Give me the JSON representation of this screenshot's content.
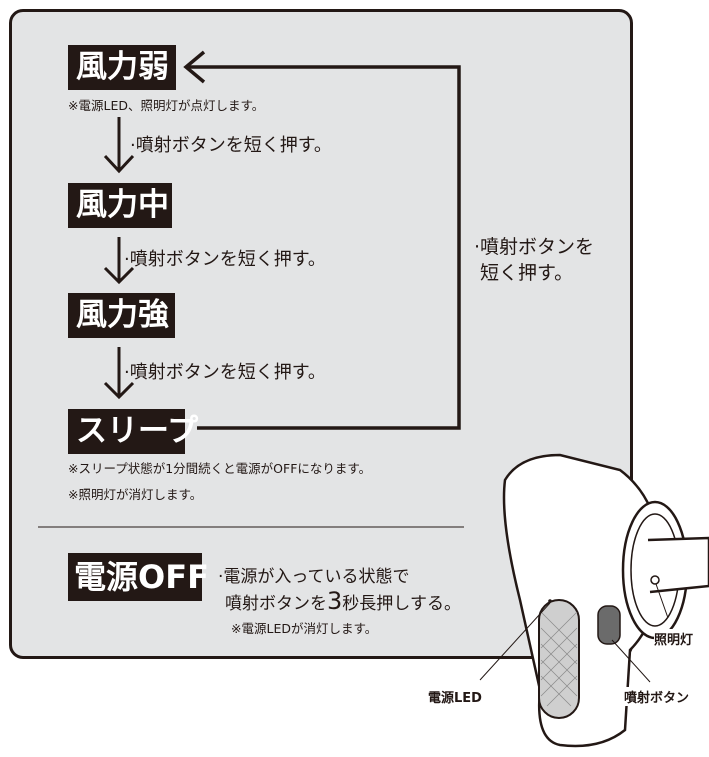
{
  "modes": {
    "weak": "風力弱",
    "medium": "風力中",
    "strong": "風力強",
    "sleep": "スリープ",
    "power_off": "電源OFF"
  },
  "notes": {
    "weak": "※電源LED、照明灯が点灯します。",
    "sleep_1": "※スリープ状態が1分間続くと電源がOFFになります。",
    "sleep_2": "※照明灯が消灯します。"
  },
  "steps": {
    "weak_to_medium": "·噴射ボタンを短く押す。",
    "medium_to_strong": "·噴射ボタンを短く押す。",
    "strong_to_sleep": "·噴射ボタンを短く押す。",
    "loop_line1": "·噴射ボタンを",
    "loop_line2": "短く押す。"
  },
  "power_off": {
    "line1": "·電源が入っている状態で",
    "line2_a": "噴射ボタンを",
    "line2_num": "3",
    "line2_b": "秒長押しする。",
    "note": "※電源LEDが消灯します。"
  },
  "callouts": {
    "light": "照明灯",
    "power_led": "電源LED",
    "spray_button": "噴射ボタン"
  }
}
